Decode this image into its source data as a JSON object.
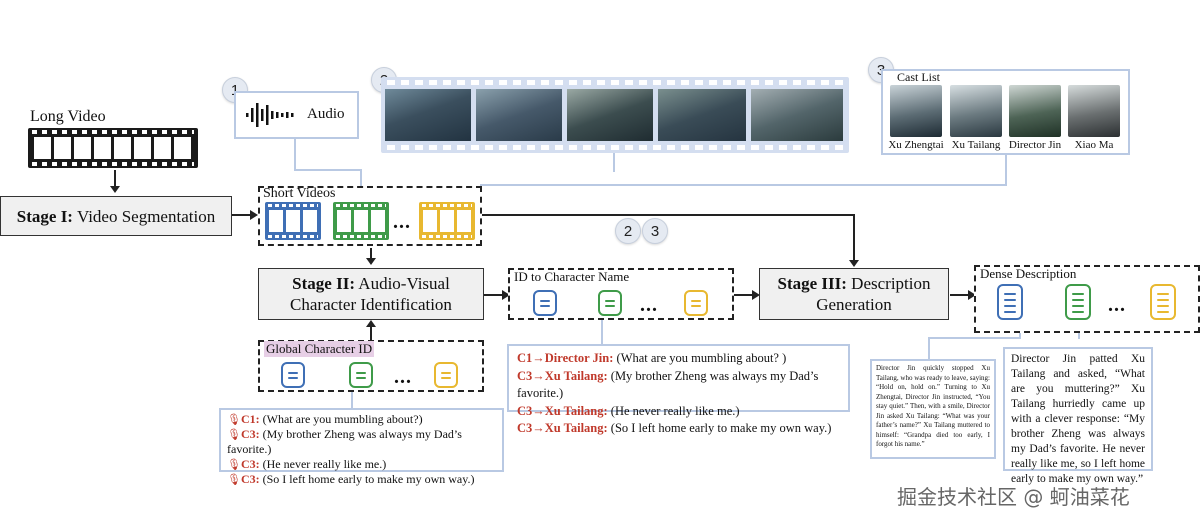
{
  "long_video": {
    "label": "Long Video"
  },
  "stage1": {
    "prefix": "Stage I:",
    "rest": "Video Segmentation"
  },
  "stage2": {
    "prefix": "Stage II:",
    "line1_rest": "Audio-Visual",
    "line2": "Character Identification"
  },
  "stage3": {
    "prefix": "Stage III:",
    "line1_rest": "Description",
    "line2": "Generation"
  },
  "badges": {
    "one": "1",
    "two": "2",
    "three": "3"
  },
  "audio": {
    "label": "Audio"
  },
  "cast": {
    "title": "Cast List",
    "names": [
      "Xu Zhengtai",
      "Xu Tailang",
      "Director Jin",
      "Xiao Ma"
    ]
  },
  "short_videos": {
    "label": "Short Videos"
  },
  "ellipsis": "...",
  "id_map": {
    "title": "ID to Character Name"
  },
  "global_id": {
    "title": "Global Character ID"
  },
  "dense": {
    "title": "Dense Description"
  },
  "mapped_dialogue": [
    {
      "speaker": "C1→Director Jin:",
      "text": " (What are you mumbling about? )"
    },
    {
      "speaker": "C3→Xu Tailang:",
      "text": " (My brother Zheng was always my Dad’s favorite.)"
    },
    {
      "speaker": "C3→Xu Tailang:",
      "text": " (He never really like me.)"
    },
    {
      "speaker": "C3→Xu Tailang:",
      "text": " (So I left home early to make my own way.)"
    }
  ],
  "raw_dialogue": [
    {
      "speaker": "C1:",
      "text": " (What are you mumbling about?)"
    },
    {
      "speaker": "C3:",
      "text": " (My brother Zheng was always my Dad’s favorite.)"
    },
    {
      "speaker": "C3:",
      "text": " (He never really like me.)"
    },
    {
      "speaker": "C3:",
      "text": " (So I left home early to make my own way.)"
    }
  ],
  "desc_small": "Director Jin quickly stopped Xu Tailang, who was ready to leave, saying: “Hold on, hold on.” Turning to Xu Zhengtai, Director Jin instructed, “You stay quiet.” Then, with a smile, Director Jin asked Xu Tailang: “What was your father’s name?” Xu Tailang muttered to himself: “Grandpa died too early, I forgot his name.”",
  "desc_large": "Director Jin patted Xu Tailang and asked, “What are you muttering?” Xu Tailang hurriedly came up with a clever response: “My brother Zheng was always my Dad’s favorite. He never really like me, so I left home early to make my own way.”",
  "watermark": "掘金技术社区 @ 蚵油菜花",
  "colors": {
    "blue": "#3f6fb5",
    "green": "#3f9b49",
    "yellow": "#e8b830",
    "red": "#c0392b",
    "panel_border": "#b9c9e3"
  }
}
